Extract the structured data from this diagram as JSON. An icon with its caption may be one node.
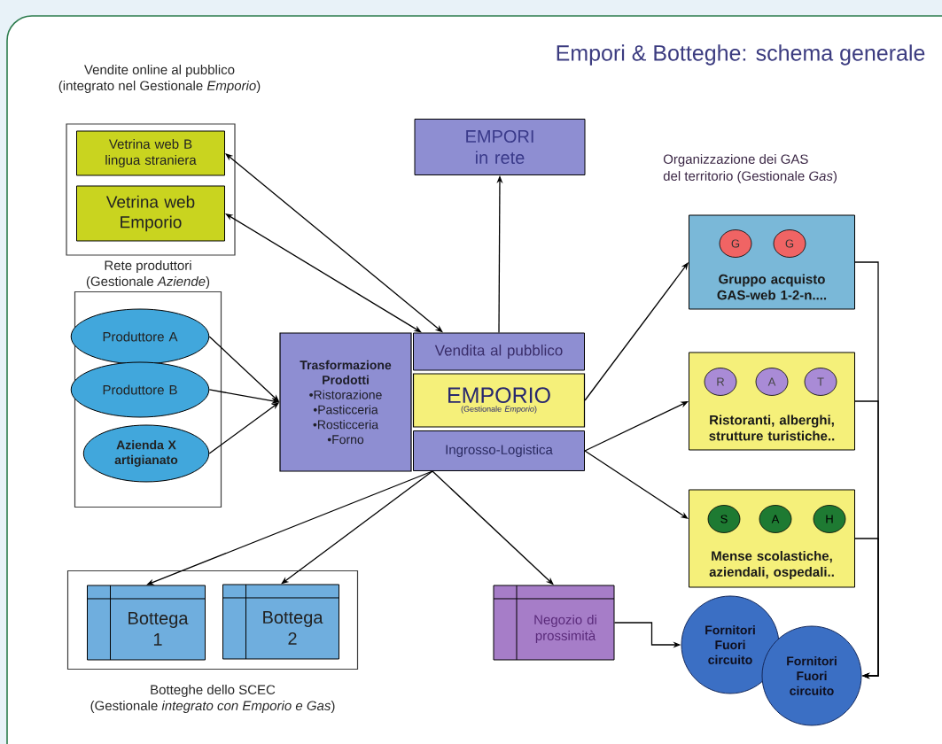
{
  "diagram": {
    "title": "Empori & Botteghe: schema generale",
    "nodes": [
      {
        "text": [
          "Vendite online al pubblico",
          "(integrato nel Gestionale *Emporio*)"
        ]
      },
      {
        "text": [
          "Vetrina web B lingua straniera"
        ],
        "in": 0
      },
      {
        "text": [
          "Vetrina web Emporio"
        ],
        "in": 0
      },
      {
        "text": [
          "Rete produttori",
          "(Gestionale *Aziende*)"
        ]
      },
      {
        "text": [
          "Produttore A"
        ],
        "in": 3
      },
      {
        "text": [
          "Produttore B"
        ],
        "in": 3
      },
      {
        "text": [
          "Azienda X artigianato"
        ],
        "in": 3
      },
      {
        "text": [
          "Trasformazione Prodotti",
          "•Ristorazione",
          "•Pasticceria",
          "•Rosticceria",
          "•Forno"
        ]
      },
      {
        "text": [
          "Vendita al pubblico"
        ]
      },
      {
        "text": [
          "EMPORIO",
          "(Gestionale *Emporio*)"
        ]
      },
      {
        "text": [
          "Ingrosso-Logistica"
        ]
      },
      {
        "text": [
          "EMPORI in rete"
        ]
      },
      {
        "text": [
          "Gruppo acquisto GAS-web 1-2-n...."
        ]
      },
      {
        "text": [
          "G"
        ],
        "in": 12
      },
      {
        "text": [
          "G"
        ],
        "in": 12
      },
      {
        "text": [
          "Ristoranti, alberghi, strutture turistiche.."
        ]
      },
      {
        "text": [
          "R"
        ],
        "in": 15
      },
      {
        "text": [
          "A"
        ],
        "in": 15
      },
      {
        "text": [
          "T"
        ],
        "in": 15
      },
      {
        "text": [
          "Mense scolastiche, aziendali, ospedali.."
        ]
      },
      {
        "text": [
          "S"
        ],
        "in": 19
      },
      {
        "text": [
          "A"
        ],
        "in": 19
      },
      {
        "text": [
          "H"
        ],
        "in": 19
      },
      {
        "text": [
          "Botteghe dello SCEC",
          "(Gestionale *integrato con Emporio e Gas*)"
        ]
      },
      {
        "text": [
          "Bottega 1"
        ],
        "in": 23
      },
      {
        "text": [
          "Bottega 2"
        ],
        "in": 23
      },
      {
        "text": [
          "Negozio di prossimità"
        ]
      },
      {
        "text": [
          "Fornitori Fuori circuito"
        ]
      },
      {
        "text": [
          "Fornitori Fuori circuito"
        ]
      }
    ],
    "edges": [
      {
        "from": 8,
        "to": 1,
        "arrow": "both"
      },
      {
        "from": 8,
        "to": 2,
        "arrow": "both"
      },
      {
        "from": 4,
        "to": 7,
        "arrow": "to"
      },
      {
        "from": 5,
        "to": 7,
        "arrow": "to"
      },
      {
        "from": 6,
        "to": 7,
        "arrow": "to"
      },
      {
        "from": 8,
        "to": 11,
        "arrow": "to"
      },
      {
        "from": 9,
        "to": 12,
        "arrow": "to"
      },
      {
        "from": 10,
        "to": 15,
        "arrow": "to"
      },
      {
        "from": 10,
        "to": 19,
        "arrow": "to"
      },
      {
        "from": 10,
        "to": 24,
        "arrow": "to"
      },
      {
        "from": 10,
        "to": 25,
        "arrow": "to"
      },
      {
        "from": 10,
        "to": 26,
        "arrow": "to"
      },
      {
        "from": 26,
        "to": 27,
        "arrow": "to"
      },
      {
        "from": 12,
        "to": 28,
        "arrow": "to"
      },
      {
        "from": 15,
        "to": 28,
        "arrow": "to"
      },
      {
        "from": 19,
        "to": 28,
        "arrow": "to"
      }
    ],
    "labels": [
      "Organizzazione dei GAS",
      "del territorio (Gestionale *Gas*)"
    ]
  }
}
